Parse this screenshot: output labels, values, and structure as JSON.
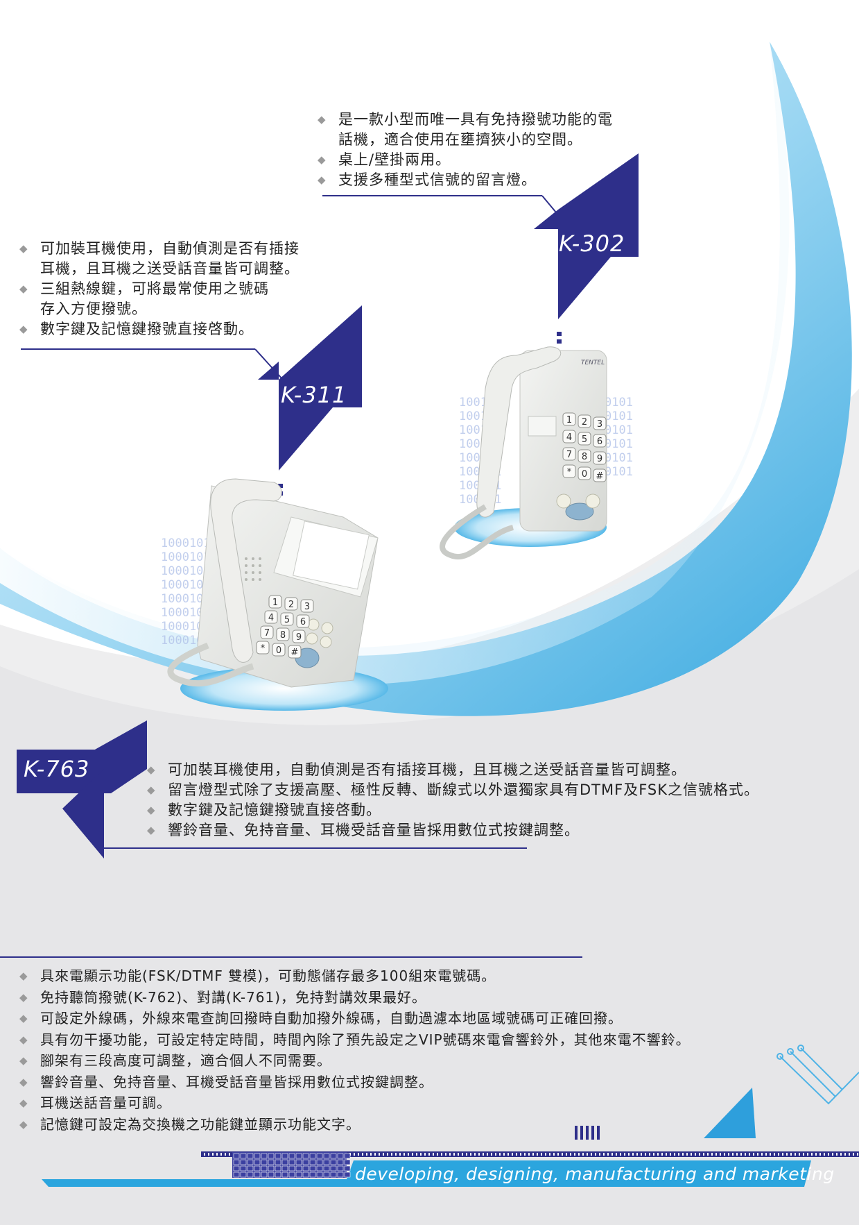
{
  "k302": {
    "model": "K-302",
    "features": [
      {
        "line1": "是一款小型而唯一具有免持撥號功能的電",
        "line2": "話機，適合使用在壅擠狹小的空間。"
      },
      {
        "line1": "桌上/壁掛兩用。"
      },
      {
        "line1": "支援多種型式信號的留言燈。"
      }
    ]
  },
  "k311": {
    "model": "K-311",
    "features": [
      {
        "line1": "可加裝耳機使用，自動偵測是否有插接",
        "line2": "耳機，且耳機之送受話音量皆可調整。"
      },
      {
        "line1": "三組熱線鍵，可將最常使用之號碼",
        "line2": "存入方便撥號。"
      },
      {
        "line1": "數字鍵及記憶鍵撥號直接啓動。"
      }
    ]
  },
  "k763": {
    "model": "K-763",
    "features": [
      {
        "line1": "可加裝耳機使用，自動偵測是否有插接耳機，且耳機之送受話音量皆可調整。"
      },
      {
        "line1": "留言燈型式除了支援高壓、極性反轉、斷線式以外還獨家具有DTMF及FSK之信號格式。"
      },
      {
        "line1": "數字鍵及記憶鍵撥號直接啓動。"
      },
      {
        "line1": "響鈴音量、免持音量、耳機受話音量皆採用數位式按鍵調整。"
      }
    ]
  },
  "k76x": {
    "features": [
      {
        "line1": "具來電顯示功能(FSK/DTMF 雙模)，可動態儲存最多100組來電號碼。"
      },
      {
        "line1": "免持聽筒撥號(K-762)、對講(K-761)，免持對講效果最好。"
      },
      {
        "line1": "可設定外線碼，外線來電查詢回撥時自動加撥外線碼，自動過濾本地區域號碼可正確回撥。"
      },
      {
        "line1": "具有勿干擾功能，可設定特定時間，時間內除了預先設定之VIP號碼來電會響鈴外，其他來電不響鈴。"
      },
      {
        "line1": "腳架有三段高度可調整，適合個人不同需要。"
      },
      {
        "line1": "響鈴音量、免持音量、耳機受話音量皆採用數位式按鍵調整。"
      },
      {
        "line1": "耳機送話音量可調。"
      },
      {
        "line1": "記憶鍵可設定為交換機之功能鍵並顯示功能文字。"
      }
    ]
  },
  "phones": {
    "k302_keys": [
      "1",
      "2",
      "3",
      "4",
      "5",
      "6",
      "7",
      "8",
      "9",
      "*",
      "0",
      "#"
    ],
    "k311_keys": [
      "1",
      "2",
      "3",
      "4",
      "5",
      "6",
      "7",
      "8",
      "9",
      "*",
      "0",
      "#"
    ]
  },
  "footer": {
    "slogan": "developing, designing, manufacturing and marketing"
  },
  "colors": {
    "navy": "#2e2f8a",
    "sky": "#4fb3e6",
    "light_sky": "#bfe5f7",
    "grey": "#e6e6e8"
  }
}
